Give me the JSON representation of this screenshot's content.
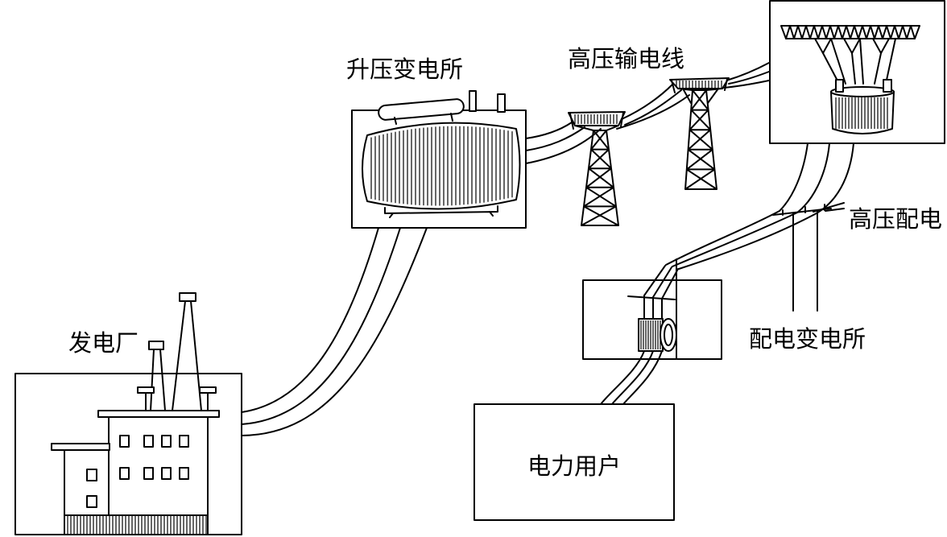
{
  "labels": {
    "power_plant": "发电厂",
    "step_up_substation": "升压变电所",
    "hv_transmission_line": "高压输电线",
    "hv_distribution_line": "高压配电",
    "distribution_substation": "配电变电所",
    "power_user": "电力用户"
  },
  "colors": {
    "line": "#000000",
    "background": "#ffffff"
  }
}
